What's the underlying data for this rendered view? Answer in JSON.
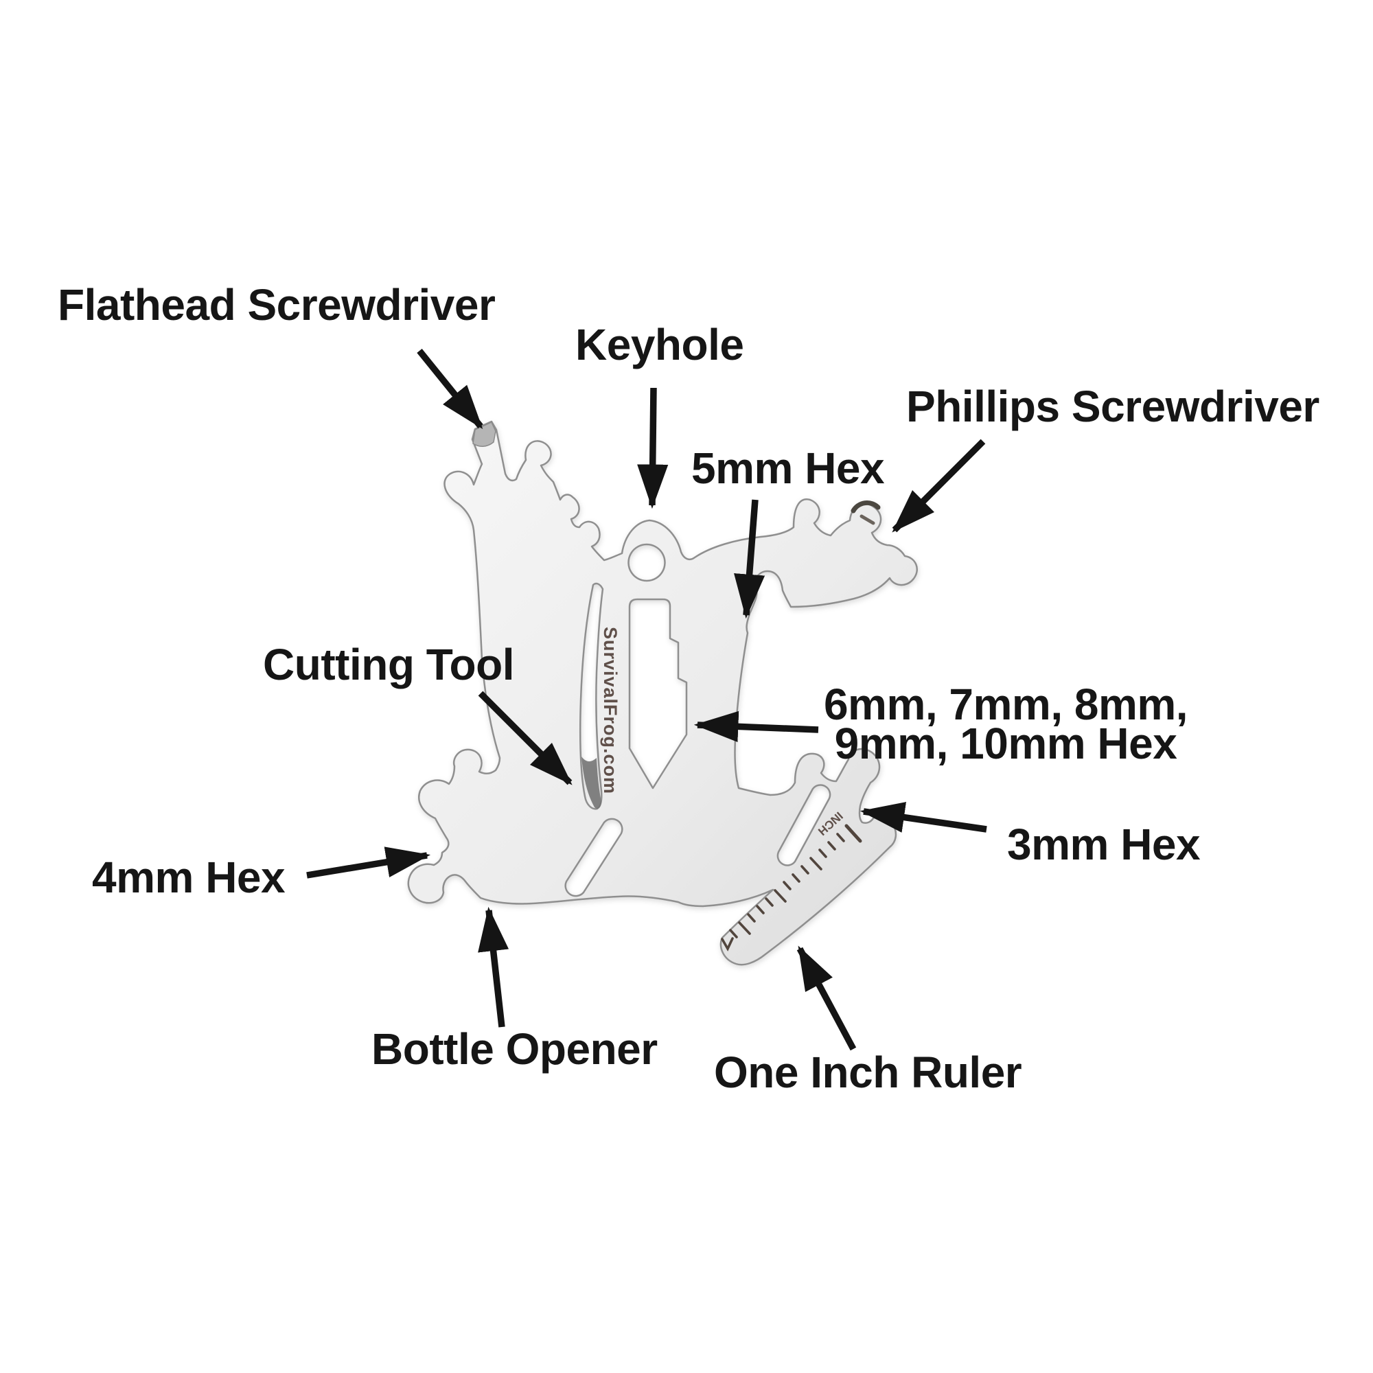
{
  "diagram": {
    "product": "frog-shaped multi-tool",
    "labels": {
      "flathead": "Flathead Screwdriver",
      "keyhole": "Keyhole",
      "phillips": "Phillips Screwdriver",
      "hex5": "5mm Hex",
      "hex6_line1": "6mm, 7mm, 8mm,",
      "hex6_line2": "9mm, 10mm Hex",
      "cutting": "Cutting Tool",
      "hex4": "4mm Hex",
      "hex3": "3mm Hex",
      "bottle": "Bottle Opener",
      "ruler": "One Inch Ruler"
    },
    "tool_engravings": {
      "brand_text": "SurvivalFrog.com",
      "ruler_unit": "INCH"
    },
    "colors": {
      "background": "#ffffff",
      "label_text": "#161616",
      "arrow": "#141414",
      "metal_light": "#f6f6f6",
      "metal_dark": "#dcdcdc",
      "metal_outline": "#8f8f8f",
      "engraving": "#5e5048",
      "crevice_shadow": "#757575"
    }
  }
}
